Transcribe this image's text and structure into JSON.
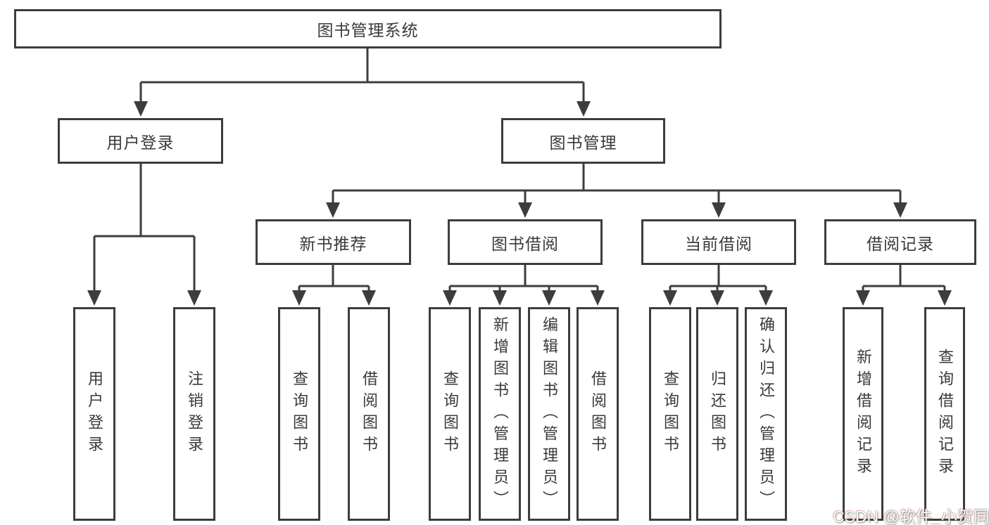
{
  "diagram": {
    "root": "图书管理系统",
    "level2": {
      "user_login": "用户登录",
      "book_mgmt": "图书管理"
    },
    "level3": {
      "new_books": "新书推荐",
      "book_borrow": "图书借阅",
      "current_borrow": "当前借阅",
      "borrow_records": "借阅记录"
    },
    "leaves": {
      "user_login": [
        "用户登录",
        "注销登录"
      ],
      "new_books": [
        "查询图书",
        "借阅图书"
      ],
      "book_borrow": [
        "查询图书",
        "新增图书（管理员）",
        "编辑图书（管理员）",
        "借阅图书"
      ],
      "current_borrow": [
        "查询图书",
        "归还图书",
        "确认归还（管理员）"
      ],
      "borrow_records": [
        "新增借阅记录",
        "查询借阅记录"
      ]
    }
  },
  "watermark": "CSDN @软件_小贺同学",
  "colors": {
    "line": "#3d3d3d",
    "text": "#3a3a3a",
    "background": "#ffffff",
    "watermark_fill": "#fdfdfd"
  }
}
